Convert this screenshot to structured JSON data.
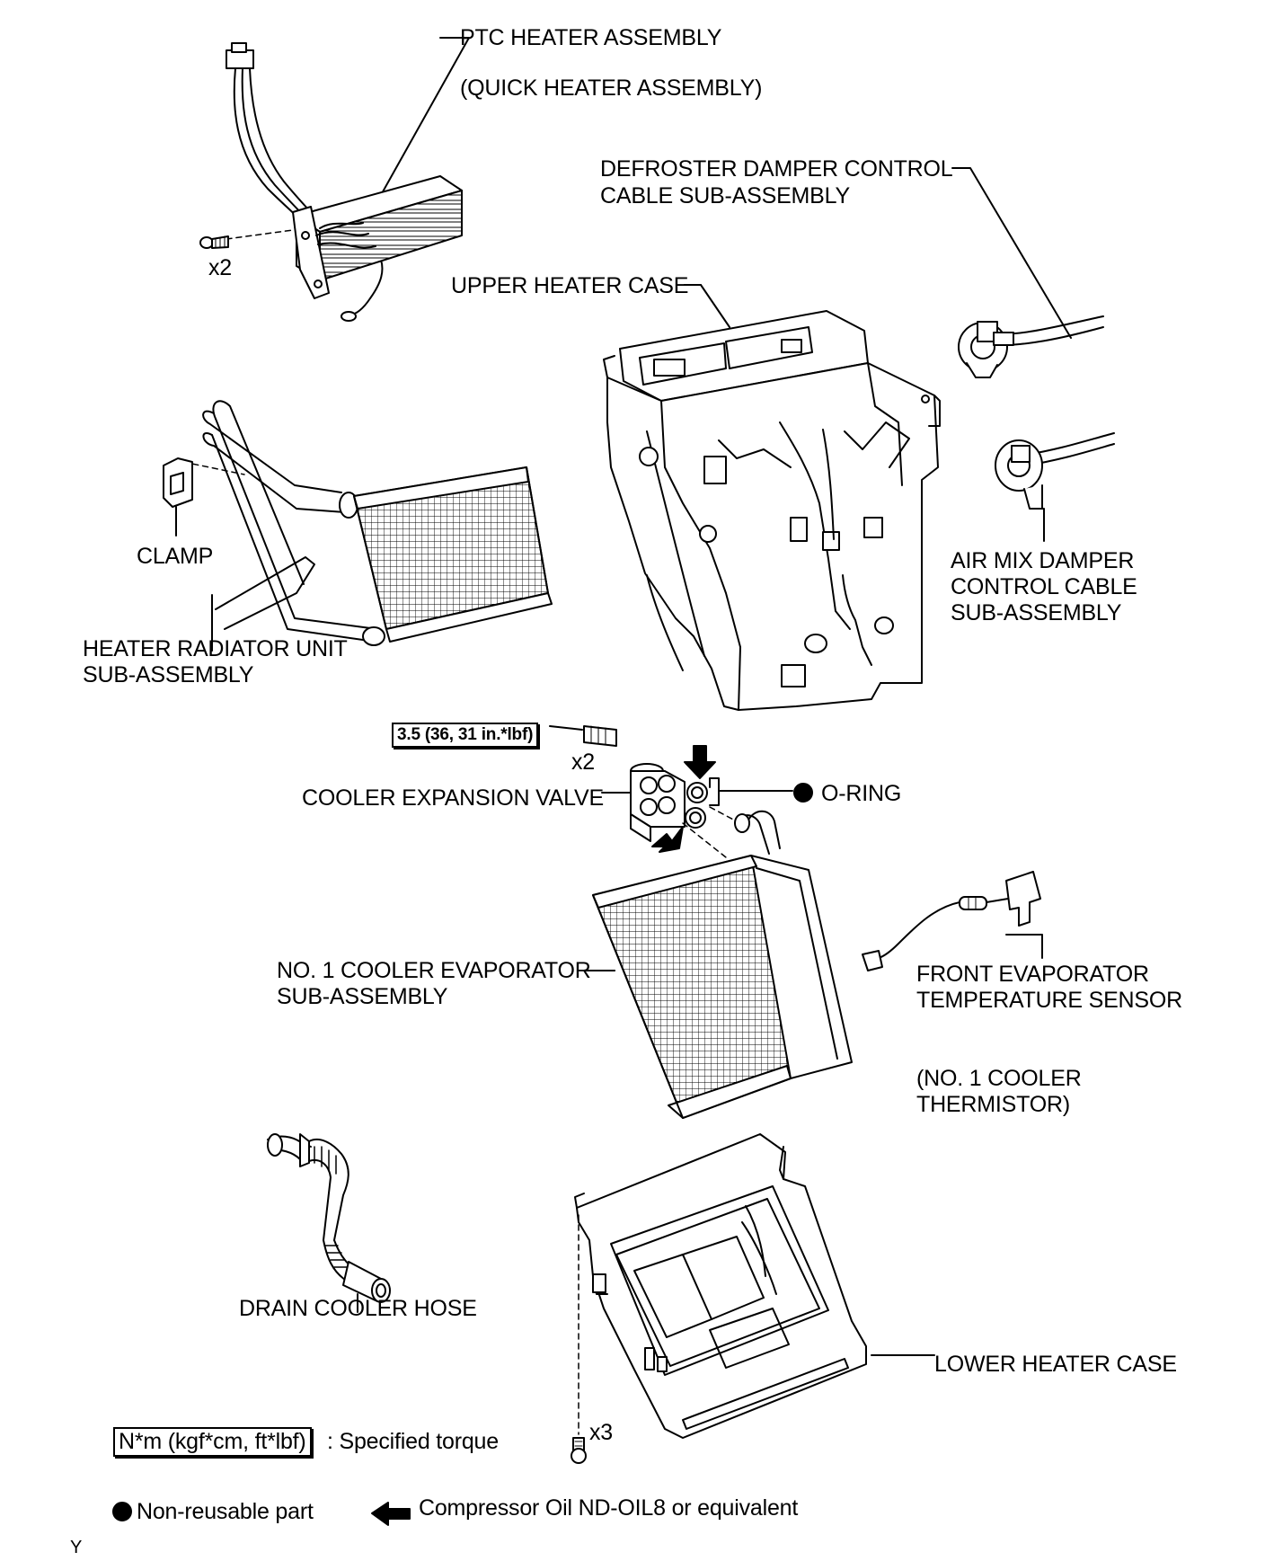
{
  "labels": {
    "ptc_heater": "PTC HEATER ASSEMBLY",
    "ptc_heater_alt": "(QUICK HEATER ASSEMBLY)",
    "defroster_cable_1": "DEFROSTER DAMPER CONTROL",
    "defroster_cable_2": "CABLE SUB-ASSEMBLY",
    "upper_heater_case": "UPPER HEATER CASE",
    "ptc_screw_qty": "x2",
    "clamp": "CLAMP",
    "heater_radiator_1": "HEATER RADIATOR UNIT",
    "heater_radiator_2": "SUB-ASSEMBLY",
    "air_mix_cable_1": "AIR MIX DAMPER",
    "air_mix_cable_2": "CONTROL CABLE",
    "air_mix_cable_3": "SUB-ASSEMBLY",
    "torque_box": "3.5 (36, 31 in.*lbf)",
    "valve_bolt_qty": "x2",
    "cooler_expansion_valve": "COOLER EXPANSION VALVE",
    "o_ring": "O-RING",
    "evaporator_1": "NO. 1 COOLER EVAPORATOR",
    "evaporator_2": "SUB-ASSEMBLY",
    "evap_sensor_1": "FRONT EVAPORATOR",
    "evap_sensor_2": "TEMPERATURE SENSOR",
    "thermistor_1": "(NO. 1 COOLER",
    "thermistor_2": "THERMISTOR)",
    "drain_hose": "DRAIN COOLER HOSE",
    "lower_heater_case": "LOWER HEATER CASE",
    "lower_screw_qty": "x3"
  },
  "legend": {
    "torque_unit": "N*m (kgf*cm, ft*lbf)",
    "torque_desc": ": Specified torque",
    "non_reusable": "Non-reusable part",
    "compressor_oil": "Compressor Oil ND-OIL8 or equivalent"
  },
  "figure_code": "Y"
}
